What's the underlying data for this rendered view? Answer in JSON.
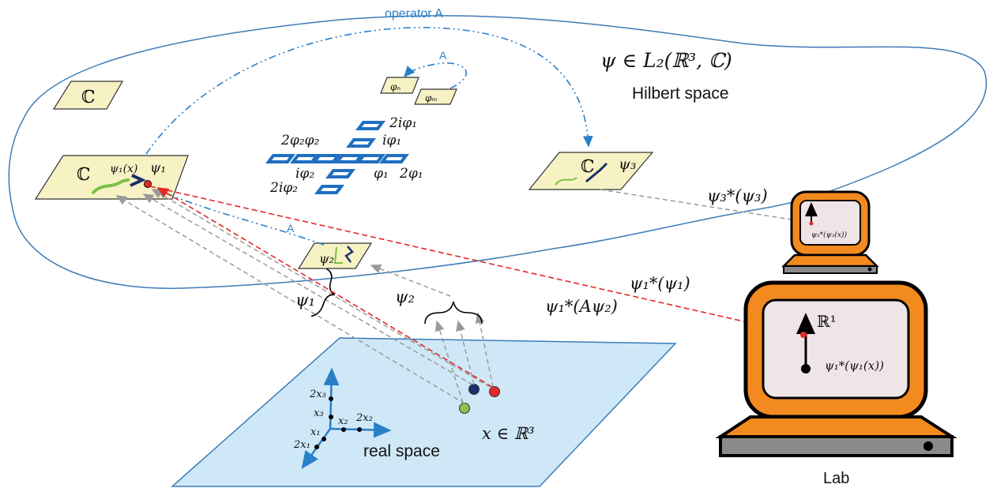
{
  "hilbert": {
    "operator_label": "operator A",
    "small_operator_label": "A",
    "lower_operator_label": "A",
    "psi_membership": "ψ ∈ L₂(ℝ³, ℂ)",
    "space_name": "Hilbert space"
  },
  "planes": {
    "c_top": "ℂ",
    "left": {
      "c": "ℂ",
      "psi_x": "ψ₁(x)",
      "psi": "ψ₁"
    },
    "right": {
      "c": "ℂ",
      "psi": "ψ₃"
    },
    "psi2": "ψ₂",
    "phi_n": "φₙ",
    "phi_m": "φₘ"
  },
  "basis_labels": {
    "a": "2iφ₁",
    "b": "iφ₁",
    "c": "2φ₂φ₂",
    "d": "iφ₂",
    "e": "2iφ₂",
    "f": "φ₁",
    "g": "2φ₁"
  },
  "projections": {
    "psi1": "ψ₁",
    "psi2": "ψ₂",
    "psi3_star": "ψ₃*(ψ₃)",
    "psi1_star": "ψ₁*(ψ₁)",
    "psi1_star_a": "ψ₁*(Aψ₂)"
  },
  "real_space": {
    "label": "real space",
    "x_in_r3": "x ∈ ℝ³",
    "axis_labels": [
      "2x₃",
      "x₃",
      "x₁",
      "2x₁",
      "x₂",
      "2x₂"
    ]
  },
  "lab": {
    "label": "Lab",
    "r1": "ℝ¹",
    "readout": "ψ₁*(ψ₁(x))",
    "small_readout": "ψ₃*(ψ₃(x))"
  },
  "colors": {
    "blue": "#2a7fc9",
    "red": "#e32929",
    "orange": "#f28a1f",
    "plane": "#f7f2c4",
    "real_space": "#cfe8f7"
  }
}
